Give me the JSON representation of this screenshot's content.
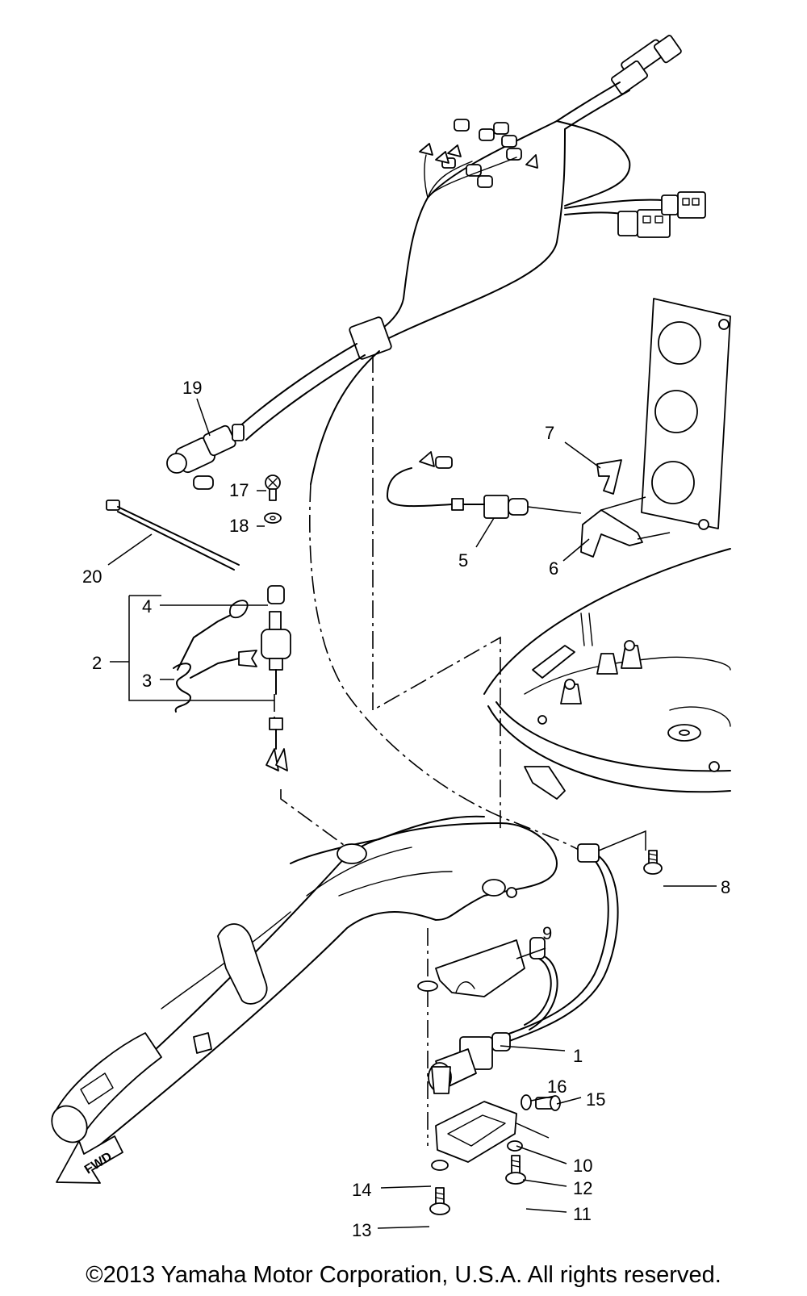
{
  "callouts": [
    "1",
    "2",
    "3",
    "4",
    "5",
    "6",
    "7",
    "8",
    "9",
    "10",
    "11",
    "12",
    "13",
    "14",
    "15",
    "16",
    "17",
    "18",
    "19",
    "20"
  ],
  "fwd_label": "FWD",
  "copyright": "©2013 Yamaha Motor Corporation, U.S.A. All rights reserved."
}
